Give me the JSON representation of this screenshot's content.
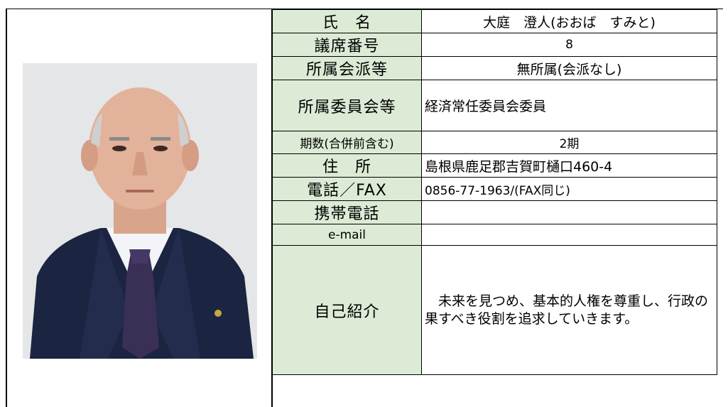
{
  "profile": {
    "photo_alt": "議員写真",
    "rows": [
      {
        "label": "氏　名",
        "value": "大庭　澄人(おおば　すみと)"
      },
      {
        "label": "議席番号",
        "value": "8"
      },
      {
        "label": "所属会派等",
        "value": "無所属(会派なし)"
      },
      {
        "label": "所属委員会等",
        "value": "経済常任委員会委員"
      },
      {
        "label": "期数(合併前含む)",
        "value": "2期"
      },
      {
        "label": "住　所",
        "value": "島根県鹿足郡吉賀町樋口460-4"
      },
      {
        "label": "電話／FAX",
        "value": "0856-77-1963/(FAX同じ)"
      },
      {
        "label": "携帯電話",
        "value": ""
      },
      {
        "label": "e-mail",
        "value": ""
      },
      {
        "label": "自己紹介",
        "value": "　未来を見つめ、基本的人権を尊重し、行政の果すべき役割を追求していきます。"
      }
    ]
  },
  "colors": {
    "label_bg": "#dcebd5",
    "photo_bg": "#e4e6e8",
    "suit": "#1b2440"
  }
}
